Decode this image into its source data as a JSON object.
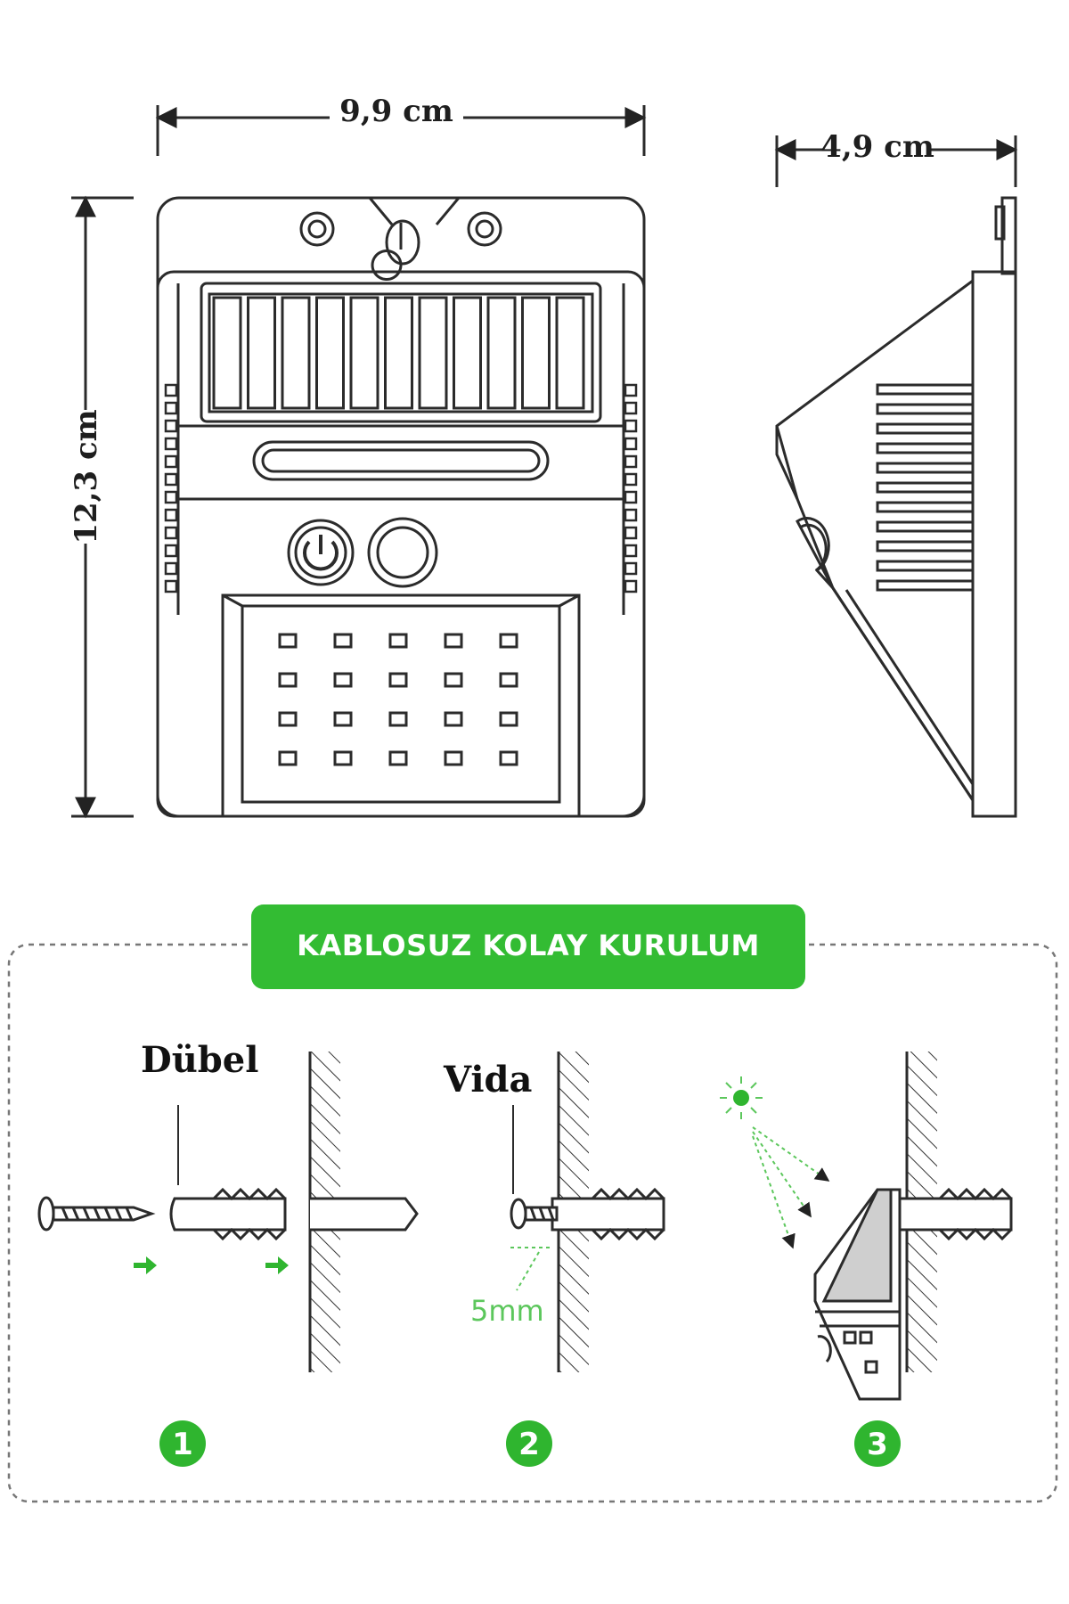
{
  "dimensions": {
    "width": "9,9 cm",
    "height": "12,3 cm",
    "depth": "4,9 cm"
  },
  "installation": {
    "title": "KABLOSUZ KOLAY KURULUM",
    "steps": [
      {
        "number": "1",
        "label": "Dübel"
      },
      {
        "number": "2",
        "label": "Vida",
        "measure": "5mm"
      },
      {
        "number": "3"
      }
    ]
  },
  "colors": {
    "accent_green": "#35b535",
    "line": "#2b2b2b"
  }
}
